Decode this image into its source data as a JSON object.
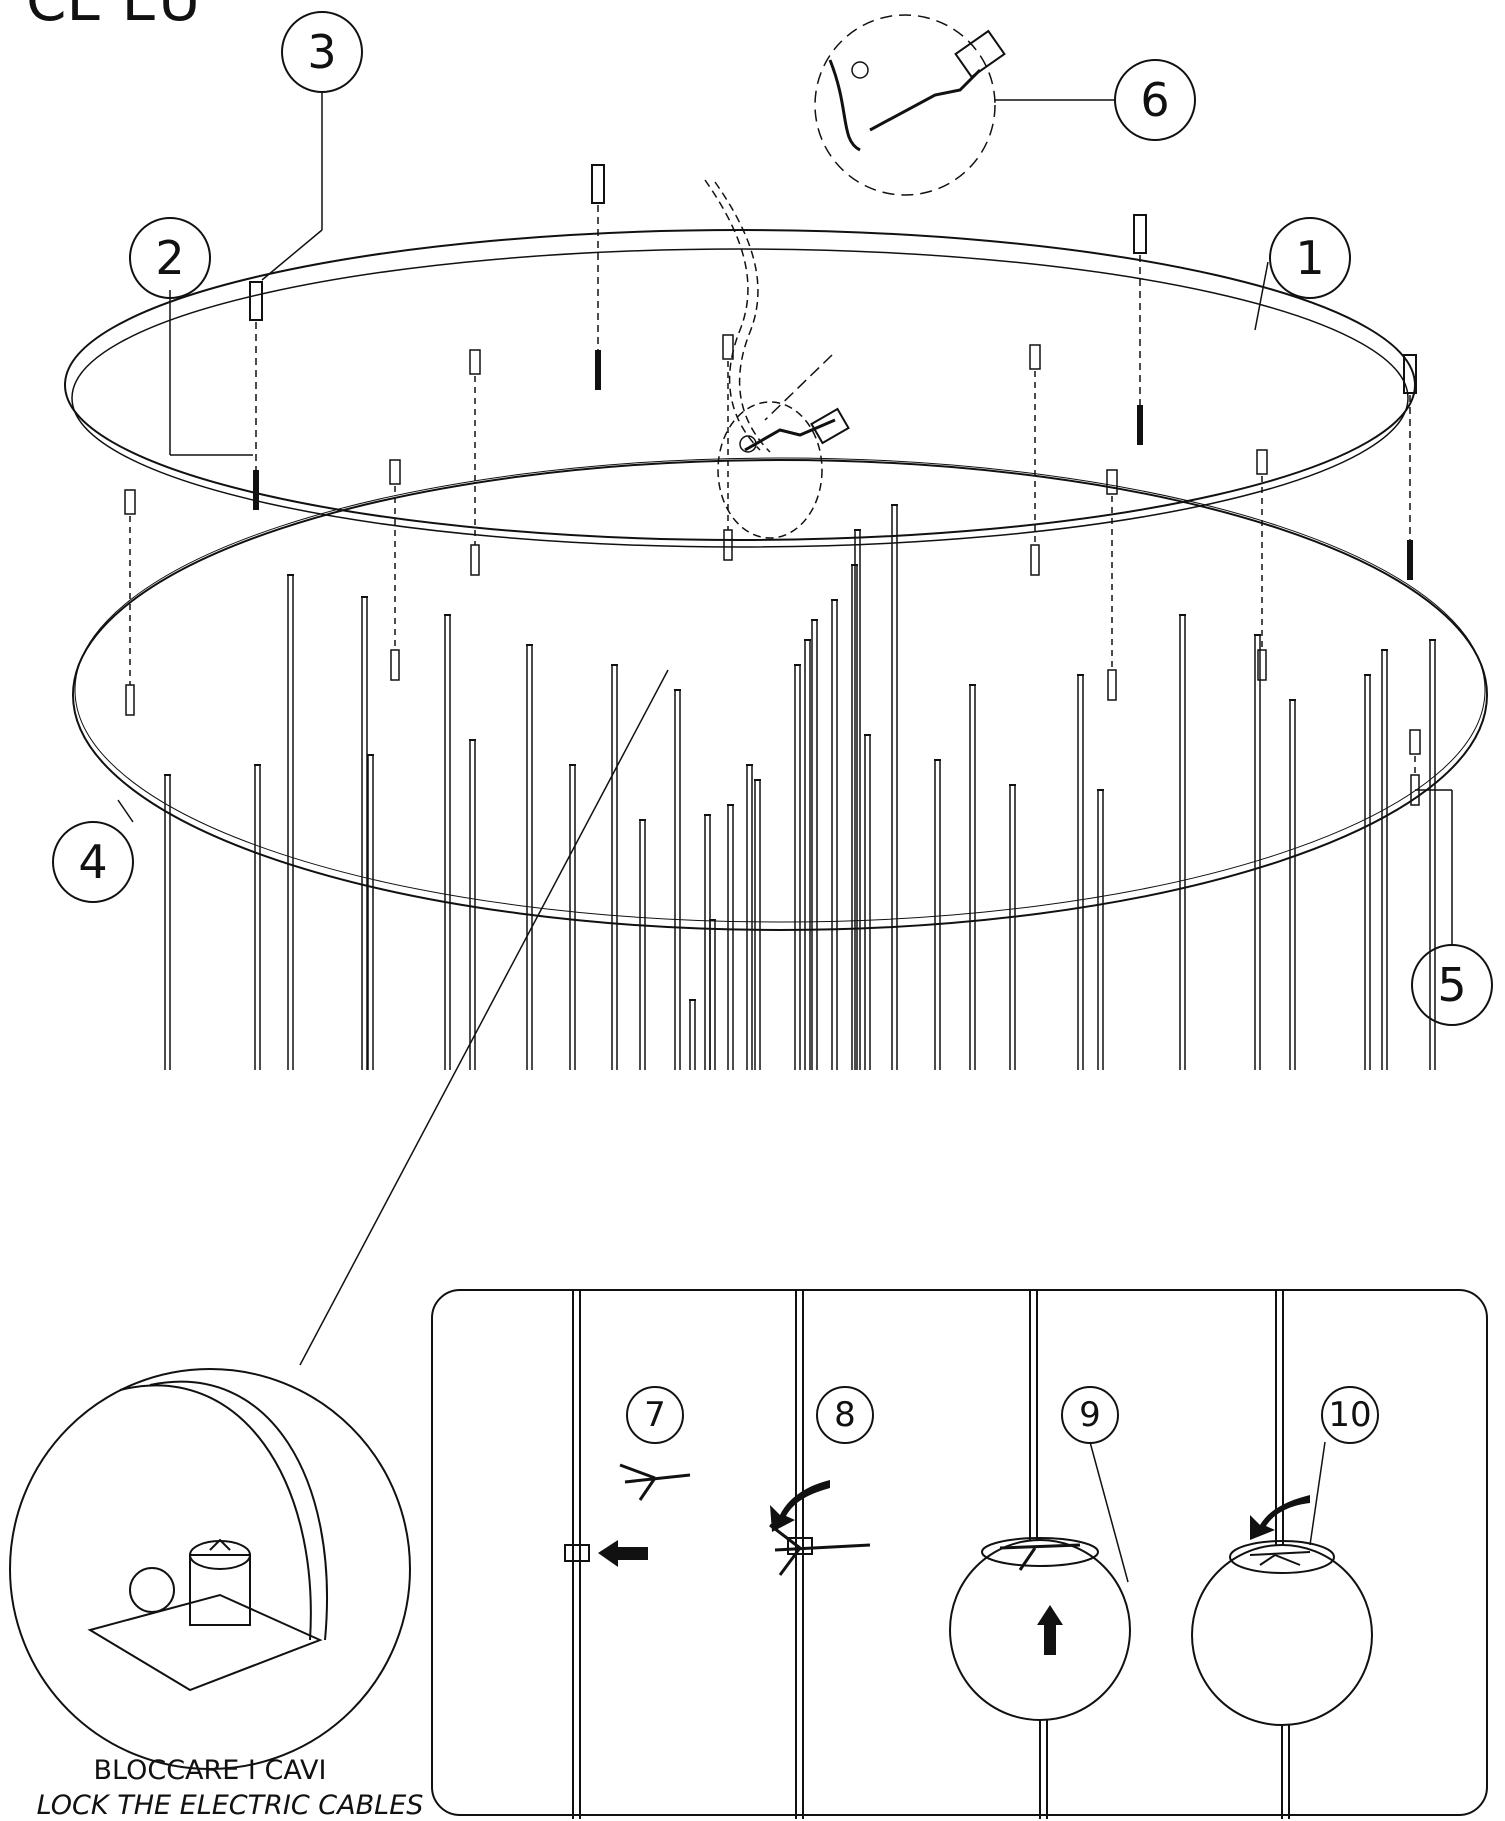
{
  "header": {
    "marks": "CE EU"
  },
  "callouts": [
    {
      "id": "1",
      "label": "1"
    },
    {
      "id": "2",
      "label": "2"
    },
    {
      "id": "3",
      "label": "3"
    },
    {
      "id": "4",
      "label": "4"
    },
    {
      "id": "5",
      "label": "5"
    },
    {
      "id": "6",
      "label": "6"
    },
    {
      "id": "7",
      "label": "7"
    },
    {
      "id": "8",
      "label": "8"
    },
    {
      "id": "9",
      "label": "9"
    },
    {
      "id": "10",
      "label": "10"
    }
  ],
  "detail": {
    "caption_it": "BLOCCARE I CAVI",
    "caption_en": "LOCK THE ELECTRIC CABLES"
  },
  "icons": [
    "ground-symbol-icon",
    "arrow-left-icon",
    "arrow-up-icon",
    "rotate-arrow-icon"
  ]
}
